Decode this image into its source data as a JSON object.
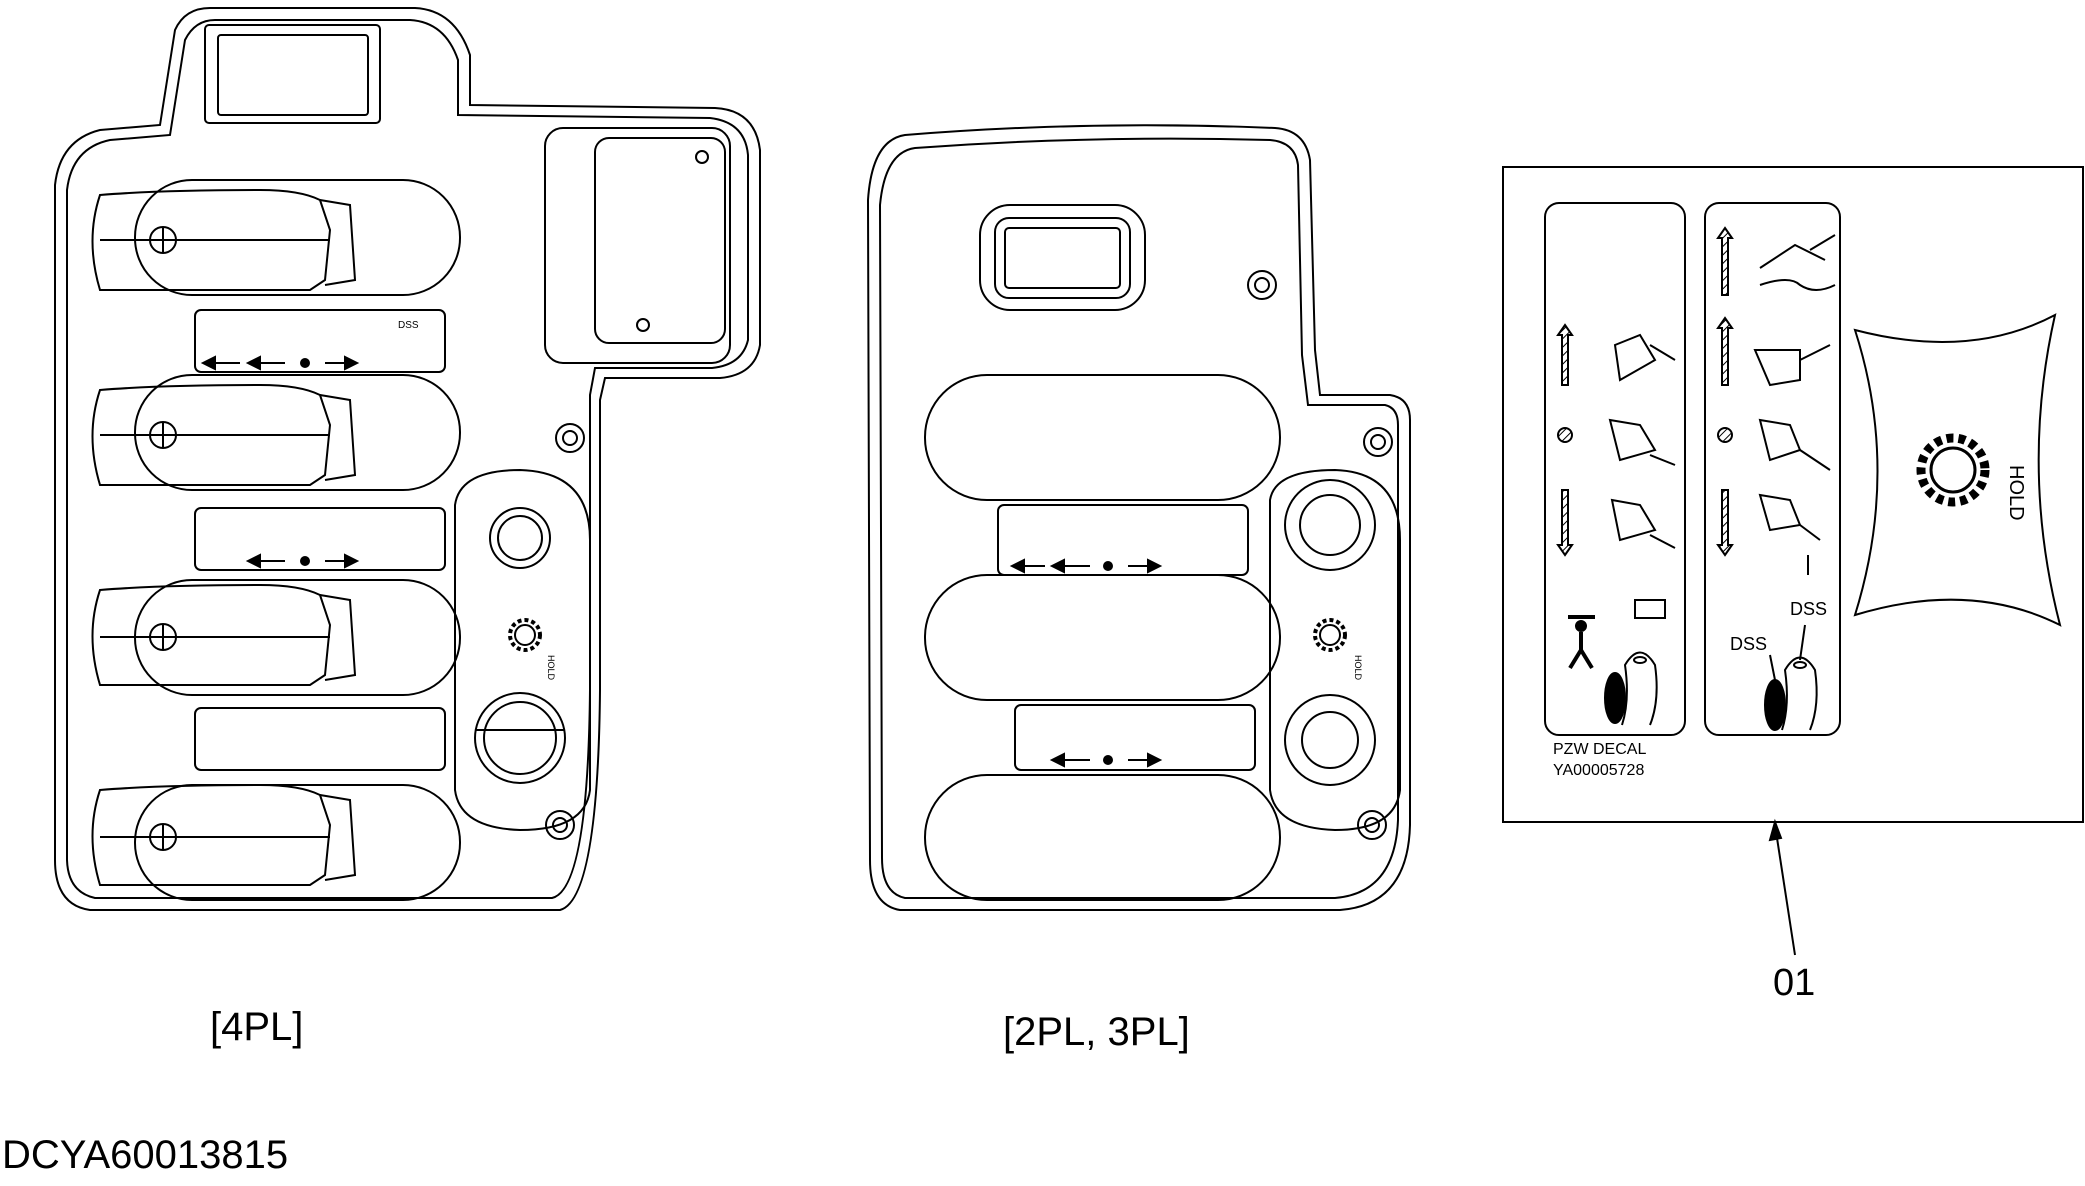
{
  "figure": {
    "doc_code": "DCYA60013815",
    "part_callout": "01"
  },
  "panel_4pl": {
    "caption": "[4PL]"
  },
  "panel_2pl3pl": {
    "caption": "[2PL, 3PL]"
  },
  "switch_labels": {
    "dss": "DSS",
    "hold": "HOLD"
  },
  "decal": {
    "name": "PZW DECAL",
    "part_number": "YA00005728",
    "dss_left": "DSS",
    "dss_right": "DSS",
    "hold": "HOLD"
  },
  "colors": {
    "line": "#000000",
    "background": "#ffffff"
  }
}
